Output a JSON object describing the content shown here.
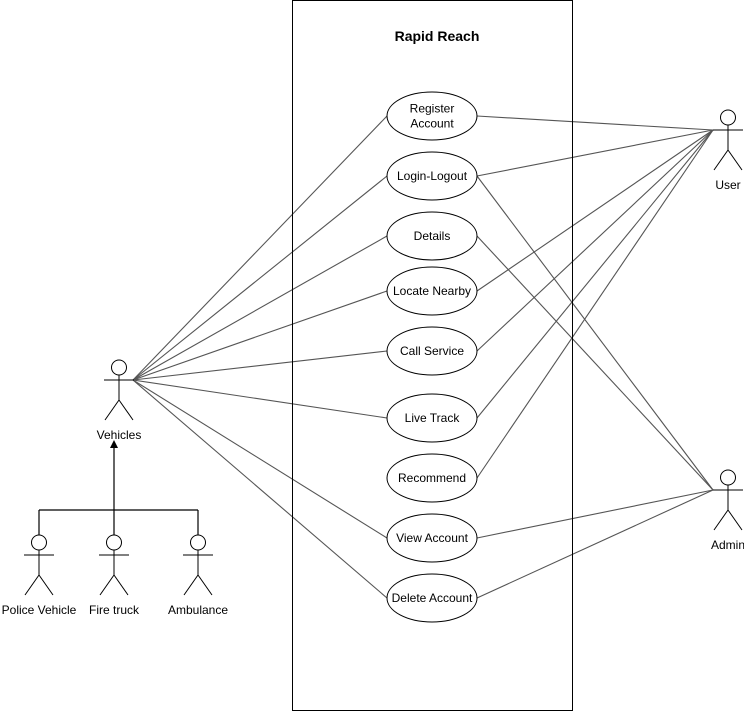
{
  "diagram": {
    "system_title": "Rapid Reach",
    "use_cases": [
      {
        "id": "uc-register",
        "label_lines": [
          "Register",
          "Account"
        ]
      },
      {
        "id": "uc-login",
        "label_lines": [
          "Login-Logout"
        ]
      },
      {
        "id": "uc-details",
        "label_lines": [
          "Details"
        ]
      },
      {
        "id": "uc-locate",
        "label_lines": [
          "Locate Nearby"
        ]
      },
      {
        "id": "uc-call",
        "label_lines": [
          "Call Service"
        ]
      },
      {
        "id": "uc-track",
        "label_lines": [
          "Live Track"
        ]
      },
      {
        "id": "uc-recommend",
        "label_lines": [
          "Recommend"
        ]
      },
      {
        "id": "uc-view",
        "label_lines": [
          "View Account"
        ]
      },
      {
        "id": "uc-delete",
        "label_lines": [
          "Delete Account"
        ]
      }
    ],
    "actors": {
      "user": "User",
      "admin": "Admin",
      "vehicles": "Vehicles",
      "police": "Police Vehicle",
      "fire": "Fire truck",
      "ambulance": "Ambulance"
    },
    "associations": [
      {
        "actor": "vehicles",
        "use_case": "uc-register"
      },
      {
        "actor": "vehicles",
        "use_case": "uc-login"
      },
      {
        "actor": "vehicles",
        "use_case": "uc-details"
      },
      {
        "actor": "vehicles",
        "use_case": "uc-locate"
      },
      {
        "actor": "vehicles",
        "use_case": "uc-call"
      },
      {
        "actor": "vehicles",
        "use_case": "uc-track"
      },
      {
        "actor": "vehicles",
        "use_case": "uc-view"
      },
      {
        "actor": "vehicles",
        "use_case": "uc-delete"
      },
      {
        "actor": "user",
        "use_case": "uc-register"
      },
      {
        "actor": "user",
        "use_case": "uc-login"
      },
      {
        "actor": "user",
        "use_case": "uc-locate"
      },
      {
        "actor": "user",
        "use_case": "uc-call"
      },
      {
        "actor": "user",
        "use_case": "uc-track"
      },
      {
        "actor": "user",
        "use_case": "uc-recommend"
      },
      {
        "actor": "admin",
        "use_case": "uc-login"
      },
      {
        "actor": "admin",
        "use_case": "uc-details"
      },
      {
        "actor": "admin",
        "use_case": "uc-view"
      },
      {
        "actor": "admin",
        "use_case": "uc-delete"
      }
    ],
    "generalizations": [
      {
        "child": "police",
        "parent": "vehicles"
      },
      {
        "child": "fire",
        "parent": "vehicles"
      },
      {
        "child": "ambulance",
        "parent": "vehicles"
      }
    ]
  }
}
